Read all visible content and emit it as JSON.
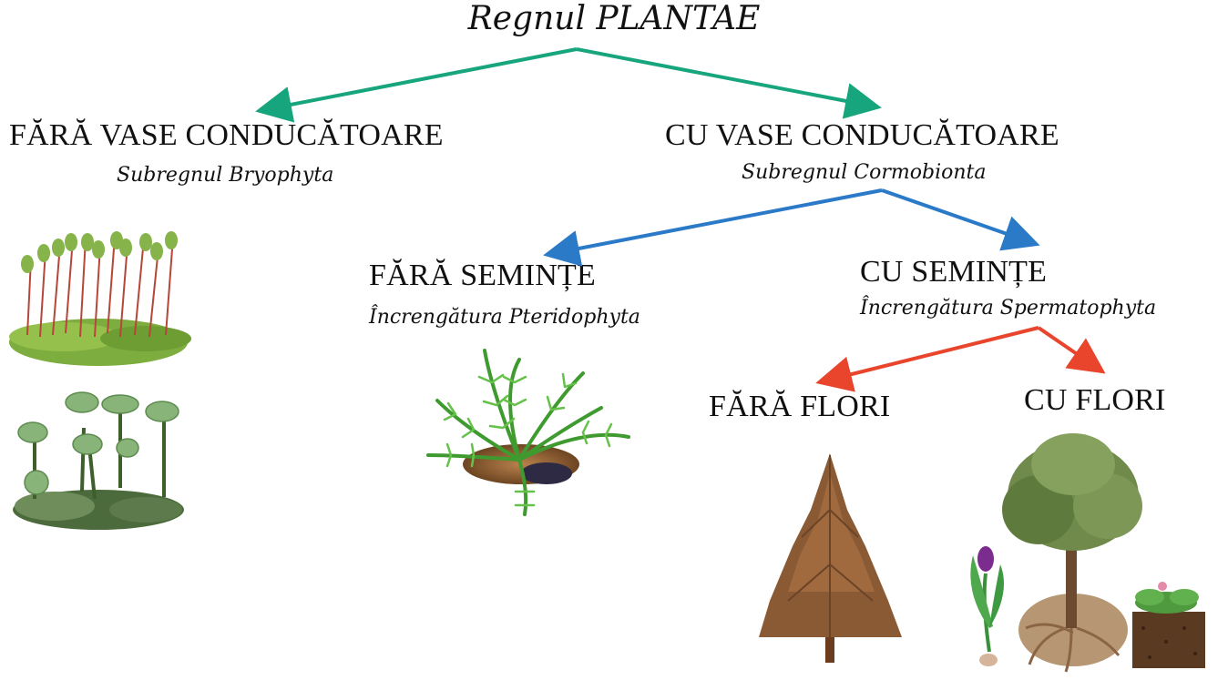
{
  "diagram": {
    "root": "Regnul PLANTAE",
    "left_branch": {
      "title": "FĂRĂ VASE CONDUCĂTOARE",
      "subtitle": "Subregnul Bryophyta"
    },
    "right_branch": {
      "title": "CU VASE CONDUCĂTOARE",
      "subtitle": "Subregnul Cormobionta"
    },
    "no_seeds": {
      "title": "FĂRĂ SEMINȚE",
      "subtitle": "Încrengătura Pteridophyta"
    },
    "with_seeds": {
      "title": "CU SEMINȚE",
      "subtitle": "Încrengătura Spermatophyta"
    },
    "no_flowers": {
      "title": "FĂRĂ FLORI"
    },
    "with_flowers": {
      "title": "CU FLORI"
    }
  },
  "colors": {
    "level1_arrow": "#17a57d",
    "level2_arrow": "#2a7ac8",
    "level3_arrow": "#e8452c"
  },
  "illustrations": [
    "moss-image",
    "liverwort-image",
    "fern-image",
    "conifer-tree-image",
    "tulip-image",
    "deciduous-tree-image",
    "primrose-image"
  ]
}
